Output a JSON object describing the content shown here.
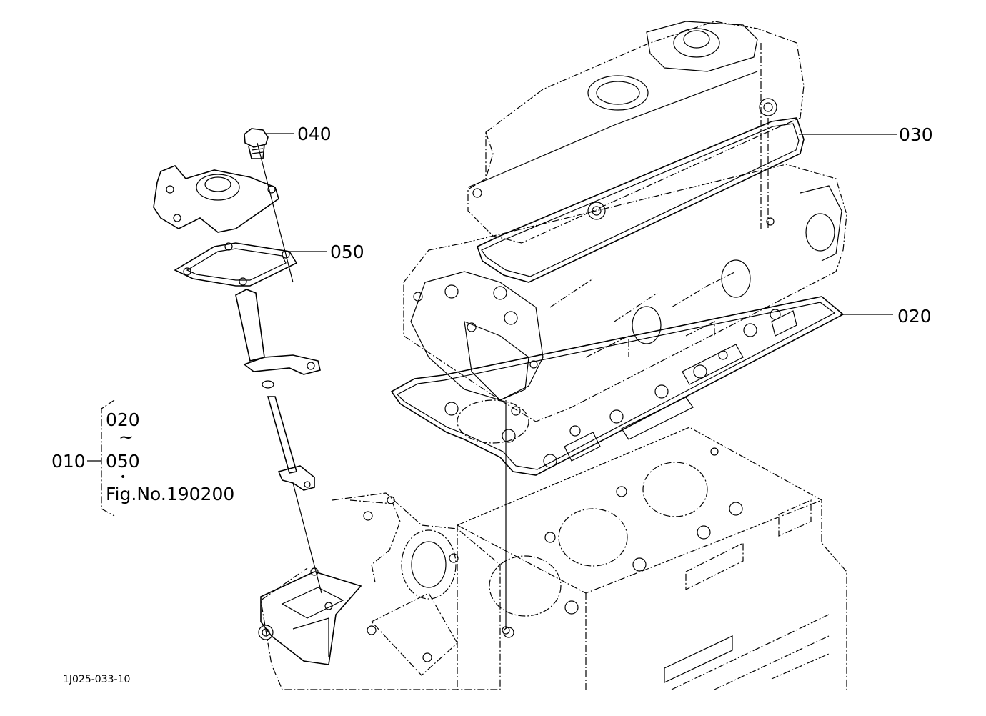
{
  "callouts": {
    "c040": "040",
    "c030": "030",
    "c050": "050",
    "c020": "020"
  },
  "group": {
    "root": "010",
    "from": "020",
    "range_mark": "~",
    "to": "050",
    "bullet": "•",
    "fig_ref": "Fig.No.190200"
  },
  "drawing_id": "1J025-033-10"
}
